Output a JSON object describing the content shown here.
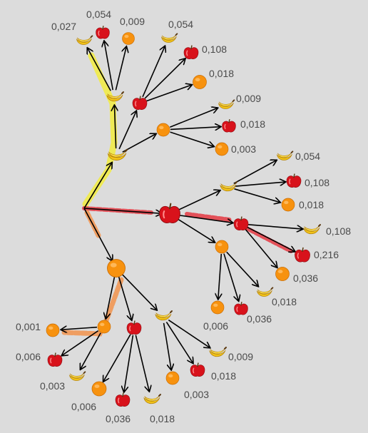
{
  "colors": {
    "background": "#dcdcdc",
    "banana": "#f2c419",
    "apple": "#d8121b",
    "orange": "#f7920f",
    "highlight_banana": "#f5ef2a",
    "highlight_apple": "#e5232d",
    "highlight_orange": "#f58a3a"
  },
  "icons": {
    "banana": "banana-icon",
    "apple": "apple-icon",
    "orange": "orange-icon"
  },
  "leaves": {
    "banana_banana_banana": "0,027",
    "banana_banana_apple": "0,054",
    "banana_banana_orange": "0,009",
    "banana_apple_banana": "0,054",
    "banana_apple_apple": "0,108",
    "banana_apple_orange": "0,018",
    "banana_orange_banana": "0,009",
    "banana_orange_apple": "0,018",
    "banana_orange_orange": "0,003",
    "apple_banana_banana": "0,054",
    "apple_banana_apple": "0,108",
    "apple_banana_orange": "0,018",
    "apple_apple_banana": "0,108",
    "apple_apple_apple": "0,216",
    "apple_apple_orange": "0,036",
    "apple_orange_banana": "0,018",
    "apple_orange_apple": "0,036",
    "apple_orange_orange": "0,006",
    "orange_orange_orange": "0,001",
    "orange_orange_apple": "0,006",
    "orange_orange_banana": "0,003",
    "orange_apple_orange": "0,006",
    "orange_apple_apple": "0,036",
    "orange_apple_banana": "0,018",
    "orange_banana_banana": "0,009",
    "orange_banana_apple": "0,018",
    "orange_banana_orange": "0,003"
  }
}
